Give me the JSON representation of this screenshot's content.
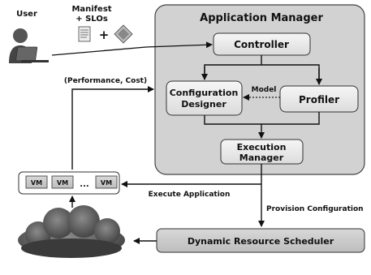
{
  "actors": {
    "user": "User",
    "manifest_line1": "Manifest",
    "manifest_line2": "+ SLOs",
    "plus": "+"
  },
  "app_manager": {
    "title": "Application Manager",
    "controller": "Controller",
    "config_designer_line1": "Configuration",
    "config_designer_line2": "Designer",
    "profiler": "Profiler",
    "model_label": "Model",
    "execution_line1": "Execution",
    "execution_line2": "Manager"
  },
  "vm_pool": {
    "vm1": "VM",
    "vm2": "VM",
    "ellipsis": "...",
    "vm3": "VM"
  },
  "edges": {
    "performance_cost": "(Performance, Cost)",
    "execute_application": "Execute Application",
    "provision_configuration": "Provision Configuration"
  },
  "scheduler": {
    "label": "Dynamic Resource Scheduler"
  },
  "colors": {
    "panel_fill": "#d2d2d2",
    "box_fill": "#ececec",
    "stroke": "#333333",
    "arrow": "#111111"
  }
}
